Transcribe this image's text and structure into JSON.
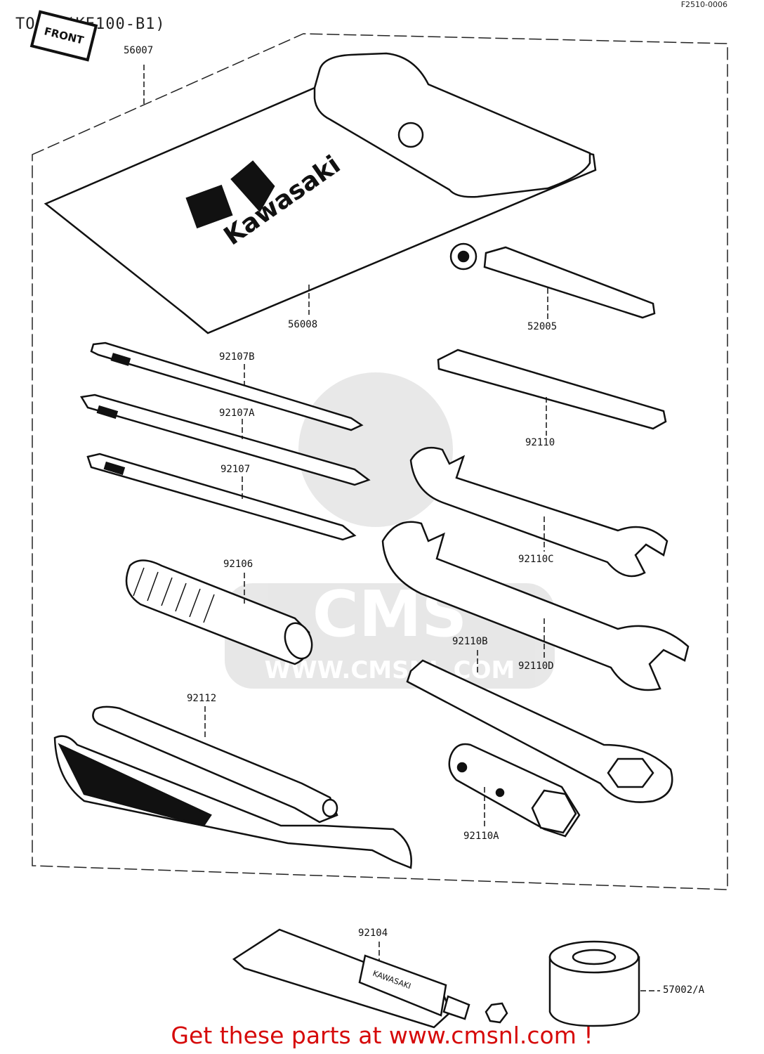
{
  "title": "TOOL (KE100-B1)",
  "ref_code": "F2510-0006",
  "front_tag": "FRONT",
  "parts": [
    {
      "id": "p56007",
      "number": "56007"
    },
    {
      "id": "p56008",
      "number": "56008"
    },
    {
      "id": "p52005",
      "number": "52005"
    },
    {
      "id": "p92107b",
      "number": "92107B"
    },
    {
      "id": "p92107a",
      "number": "92107A"
    },
    {
      "id": "p92107",
      "number": "92107"
    },
    {
      "id": "p92110",
      "number": "92110"
    },
    {
      "id": "p92110c",
      "number": "92110C"
    },
    {
      "id": "p92106",
      "number": "92106"
    },
    {
      "id": "p92110b",
      "number": "92110B"
    },
    {
      "id": "p92110d",
      "number": "92110D"
    },
    {
      "id": "p92112",
      "number": "92112"
    },
    {
      "id": "p92110a",
      "number": "92110A"
    },
    {
      "id": "p92104",
      "number": "92104"
    },
    {
      "id": "p57002a",
      "number": "57002/A"
    }
  ],
  "pouch_logo_text": "Kawasaki",
  "tube_label": "KAWASAKI",
  "watermark_text": "WWW.CMSNL.COM",
  "watermark_logo": "CMS",
  "footer": "Get these parts at www.cmsnl.com !"
}
